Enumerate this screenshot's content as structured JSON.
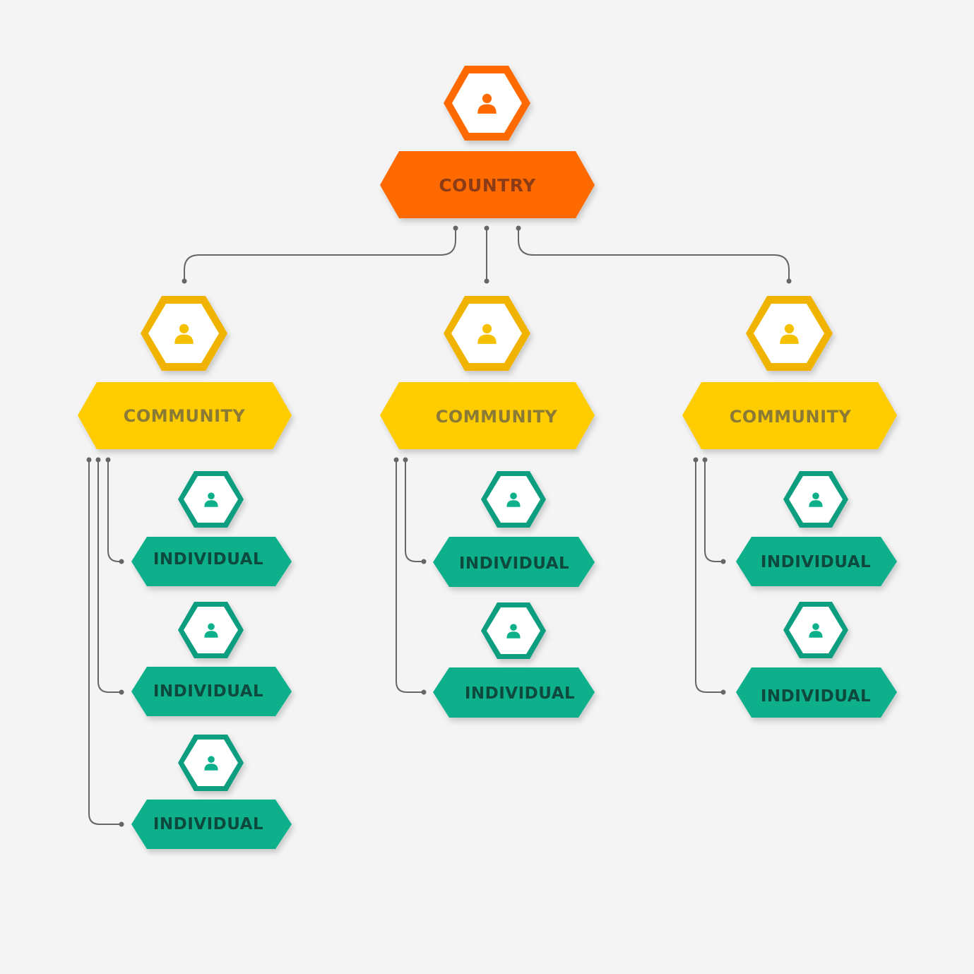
{
  "colors": {
    "country": "#ff6a00",
    "country_text": "#8b3a16",
    "community": "#ffcc00",
    "community_border": "#f0b400",
    "community_text": "#8a7a34",
    "individual": "#07b08b",
    "individual_border": "#0a9e80",
    "individual_text": "#0e4a3e",
    "connector": "#666666",
    "background": "#f4f4f4"
  },
  "icons": {
    "person": "person-icon"
  },
  "nodes": {
    "country": {
      "label": "COUNTRY"
    },
    "communities": [
      {
        "label": "COMMUNITY",
        "individuals": [
          {
            "label": "INDIVIDUAL"
          },
          {
            "label": "INDIVIDUAL"
          },
          {
            "label": "INDIVIDUAL"
          }
        ]
      },
      {
        "label": "COMMUNITY",
        "individuals": [
          {
            "label": "INDIVIDUAL"
          },
          {
            "label": "INDIVIDUAL"
          }
        ]
      },
      {
        "label": "COMMUNITY",
        "individuals": [
          {
            "label": "INDIVIDUAL"
          },
          {
            "label": "INDIVIDUAL"
          }
        ]
      }
    ]
  }
}
